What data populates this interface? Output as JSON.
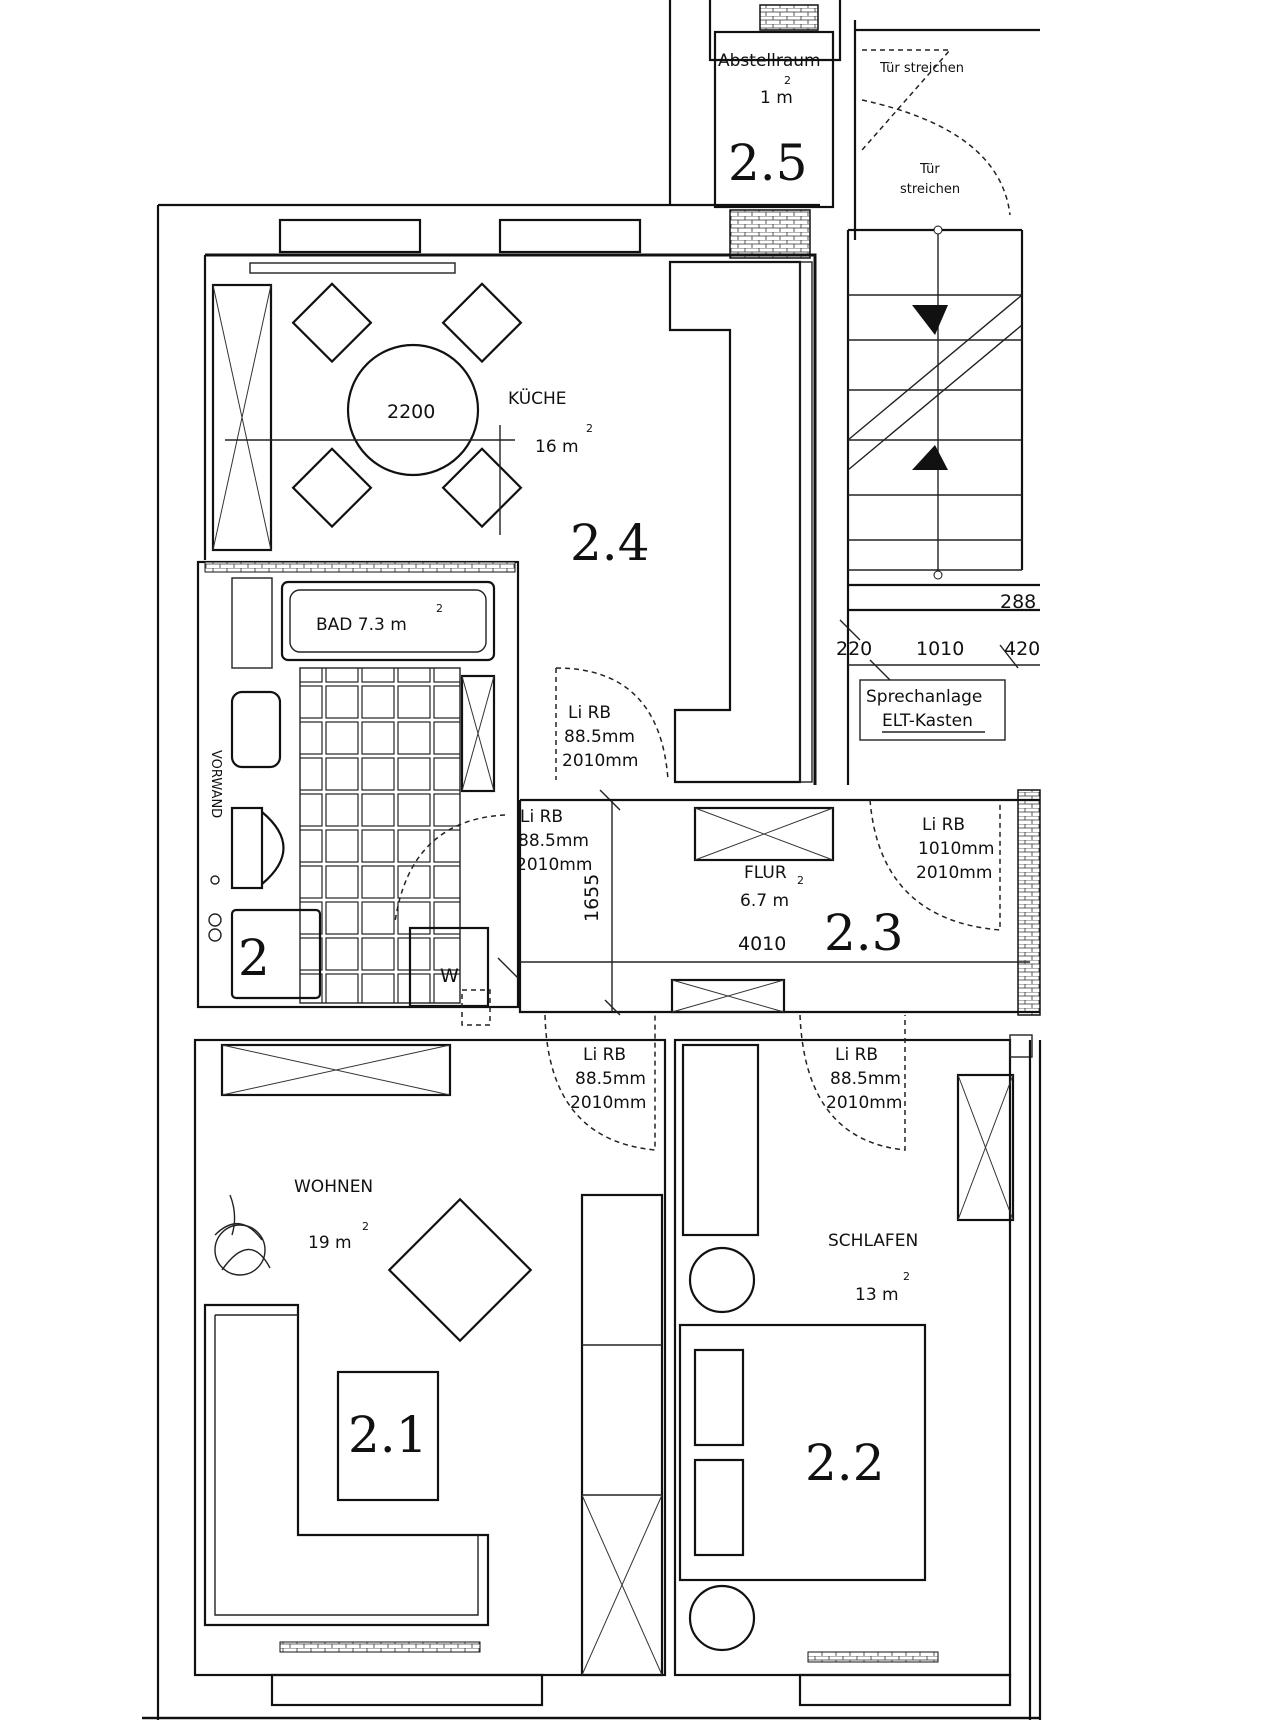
{
  "rooms": {
    "abstellraum": {
      "name": "Abstellraum",
      "area": "1 m",
      "number": "2.5"
    },
    "kueche": {
      "name": "KÜCHE",
      "area": "16 m",
      "number": "2.4",
      "table": "2200"
    },
    "bad": {
      "name": "BAD  7.3 m",
      "number": "2"
    },
    "flur": {
      "name": "FLUR",
      "area": "6.7 m",
      "number": "2.3",
      "length": "4010",
      "width": "1655"
    },
    "wohnen": {
      "name": "WOHNEN",
      "area": "19 m",
      "number": "2.1"
    },
    "schlafen": {
      "name": "SCHLAFEN",
      "area": "13 m",
      "number": "2.2"
    }
  },
  "sup": "2",
  "notes": {
    "tuer_top": "Tür streichen",
    "tuer_1": "Tür",
    "tuer_2": "streichen",
    "sprechanlage": "Sprechanlage",
    "elt_kasten": "ELT-Kasten",
    "washer": "W"
  },
  "doors": {
    "kueche": [
      "Li  RB",
      "88.5mm",
      "2010mm"
    ],
    "bad": [
      "Li  RB",
      "88.5mm",
      "2010mm"
    ],
    "flur": [
      "Li  RB",
      "1010mm",
      "2010mm"
    ],
    "wohnen": [
      "Li  RB",
      "88.5mm",
      "2010mm"
    ],
    "schlafen": [
      "Li  RB",
      "88.5mm",
      "2010mm"
    ]
  },
  "dims": {
    "d288": "288",
    "d220": "220",
    "d1010": "1010",
    "d420": "420"
  }
}
